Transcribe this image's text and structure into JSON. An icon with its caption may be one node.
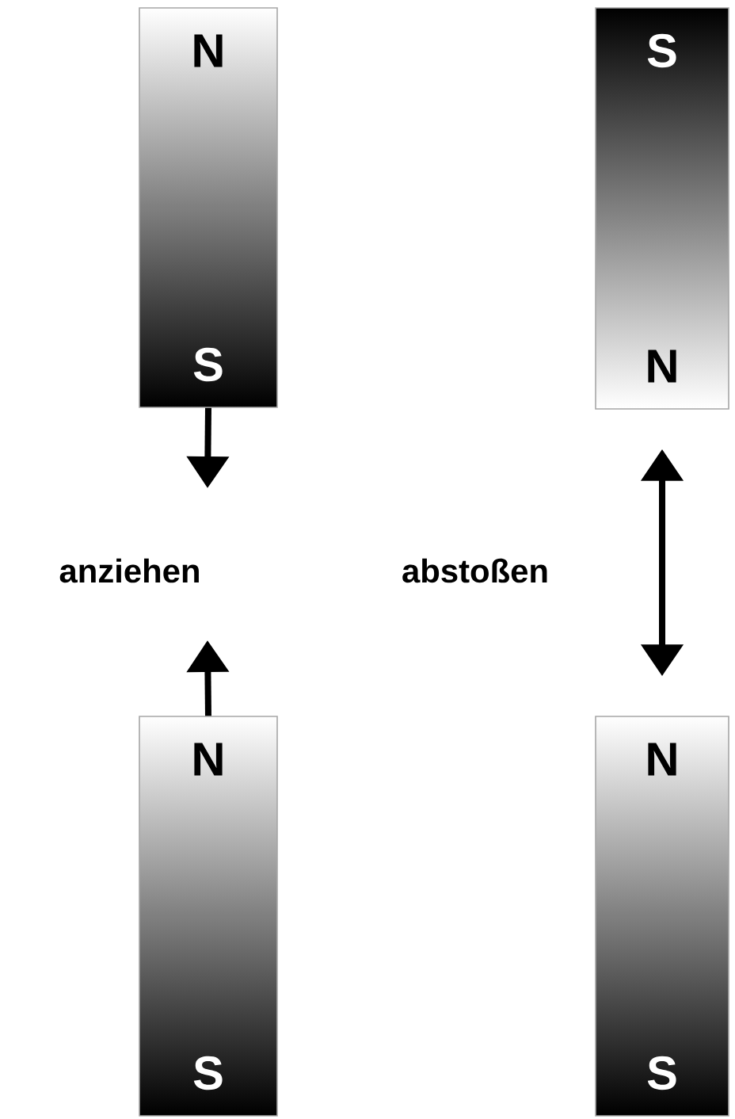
{
  "diagram": {
    "nodes": [
      {
        "text": [
          "N",
          "S"
        ]
      },
      {
        "text": [
          "S",
          "N"
        ]
      },
      {
        "text": [
          "N",
          "S"
        ]
      },
      {
        "text": [
          "N",
          "S"
        ]
      }
    ],
    "edges": [
      {
        "from": 0,
        "to": null,
        "arrow": "to"
      },
      {
        "from": 2,
        "to": null,
        "arrow": "to"
      },
      {
        "from": 1,
        "to": 3,
        "arrow": "both"
      }
    ],
    "labels": [
      "anziehen",
      "abstoßen"
    ]
  }
}
